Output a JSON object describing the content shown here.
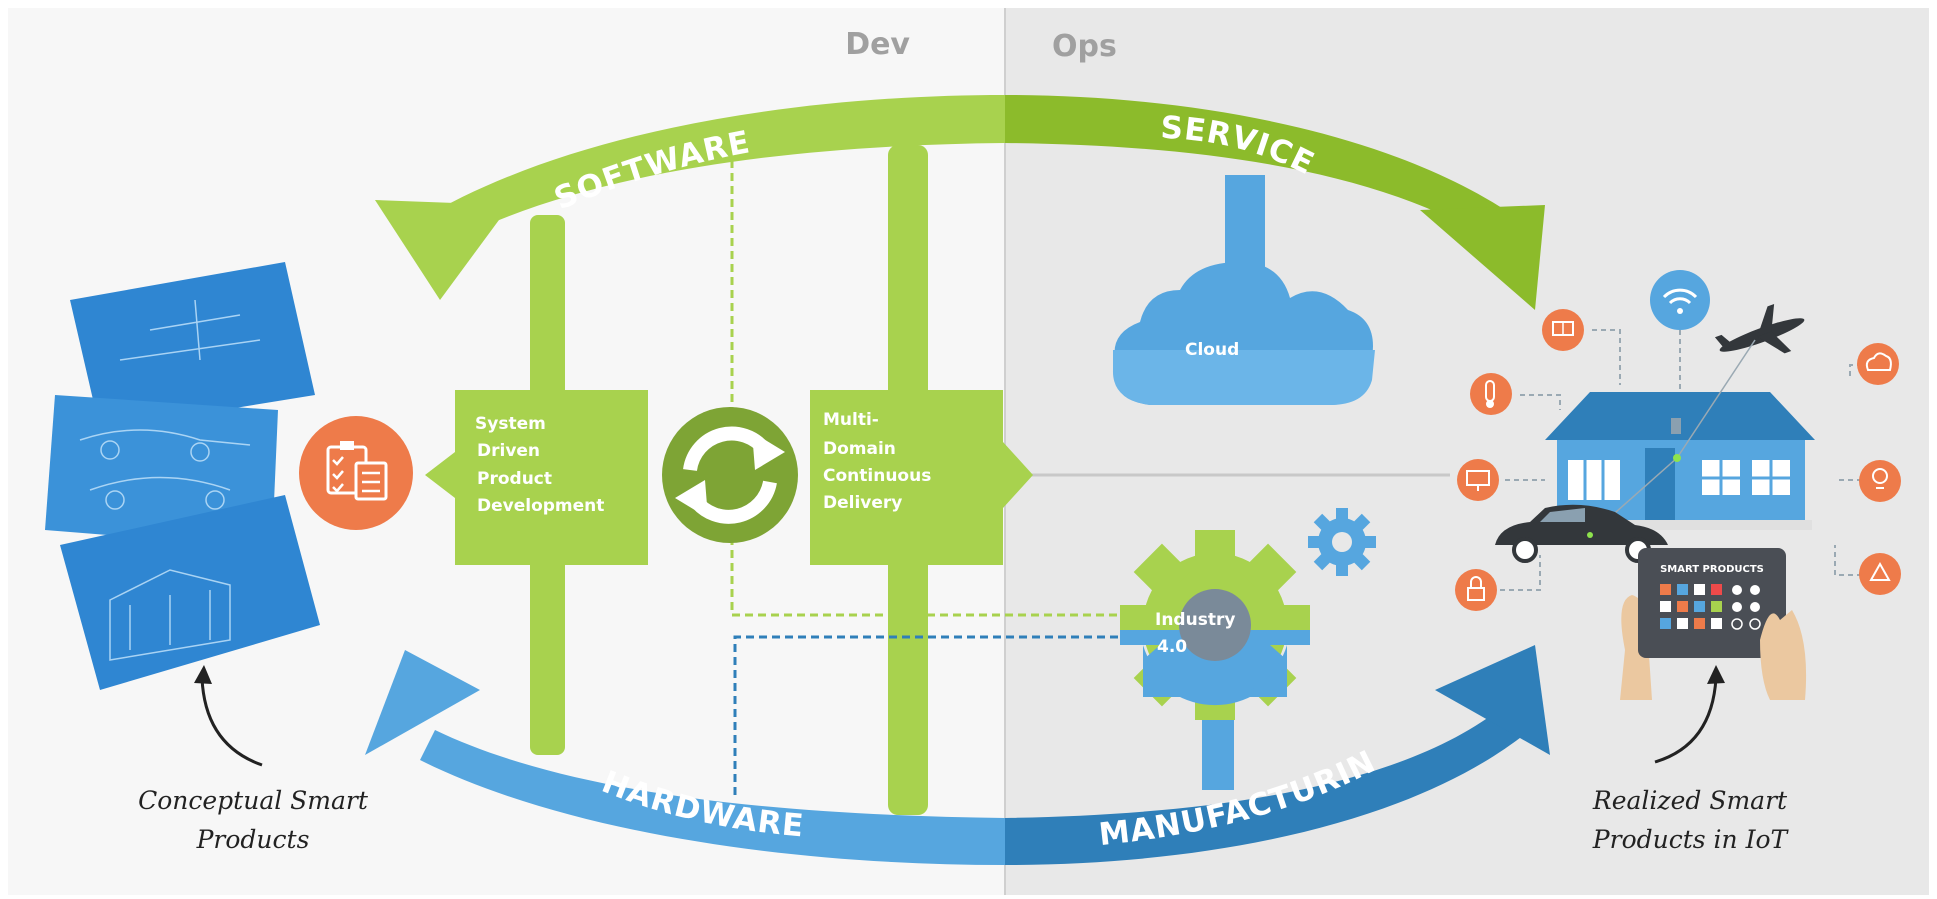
{
  "header": {
    "dev_label": "Dev",
    "ops_label": "Ops"
  },
  "arcs": {
    "software": "SOFTWARE",
    "service": "SERVICE",
    "hardware": "HARDWARE",
    "manufacturing": "MANUFACTURING"
  },
  "boxes": {
    "system_driven": [
      "System",
      "Driven",
      "Product",
      "Development"
    ],
    "multi_domain": [
      "Multi-",
      "Domain",
      "Continuous",
      "Delivery"
    ]
  },
  "cloud_label": "Cloud",
  "industry_label": [
    "Industry",
    "4.0"
  ],
  "tablet_title": "SMART PRODUCTS",
  "captions": {
    "left": [
      "Conceptual Smart",
      "Products"
    ],
    "right": [
      "Realized Smart",
      "Products in IoT"
    ]
  },
  "colors": {
    "green_light": "#a8d24e",
    "green_dark": "#8cbb2b",
    "blue_light": "#56a6df",
    "blue_dark": "#2f7fb9",
    "orange": "#ee7b4a",
    "bg_dev": "#f7f7f7",
    "bg_ops": "#e8e8e8"
  },
  "icons": [
    "clipboard-checklist-icon",
    "sync-arrows-icon",
    "cloud-icon",
    "gear-icon",
    "wifi-icon",
    "airplane-icon",
    "house-icon",
    "car-icon",
    "tablet-icon",
    "solar-panel-icon",
    "thermometer-icon",
    "monitor-icon",
    "lock-icon",
    "lightbulb-icon",
    "recycle-icon"
  ]
}
